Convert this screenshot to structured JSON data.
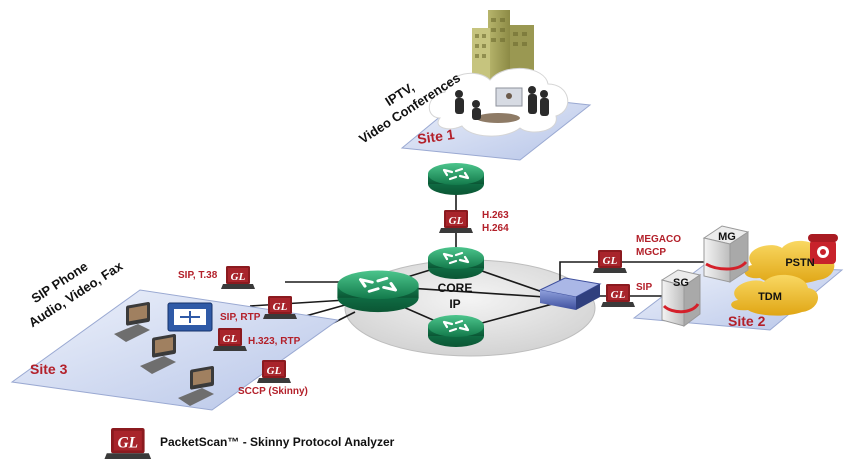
{
  "sites": {
    "site1": "Site 1",
    "site2": "Site 2",
    "site3": "Site 3",
    "site1_title_line1": "IPTV,",
    "site1_title_line2": "Video Conferences",
    "site3_title_line1": "SIP Phone",
    "site3_title_line2": "Audio, Video, Fax"
  },
  "core": {
    "line1": "CORE",
    "line2": "IP"
  },
  "probe_labels": {
    "h263": "H.263",
    "h264": "H.264",
    "megaco": "MEGACO",
    "mgcp": "MGCP",
    "sip_right": "SIP",
    "sip_t38": "SIP, T.38",
    "sip_rtp": "SIP, RTP",
    "h323_rtp": "H.323, RTP",
    "sccp": "SCCP (Skinny)"
  },
  "nodes": {
    "mg": "MG",
    "sg": "SG",
    "pstn": "PSTN",
    "tdm": "TDM"
  },
  "gl_badge": "GL",
  "legend": {
    "text": "PacketScan™ - Skinny Protocol Analyzer"
  },
  "colors": {
    "router": "#1f9a63",
    "label_red": "#b3202a",
    "site_blue": "#c9d4ee",
    "cloud_yellow": "#f2c230",
    "switch_blue": "#4b5fb0"
  }
}
